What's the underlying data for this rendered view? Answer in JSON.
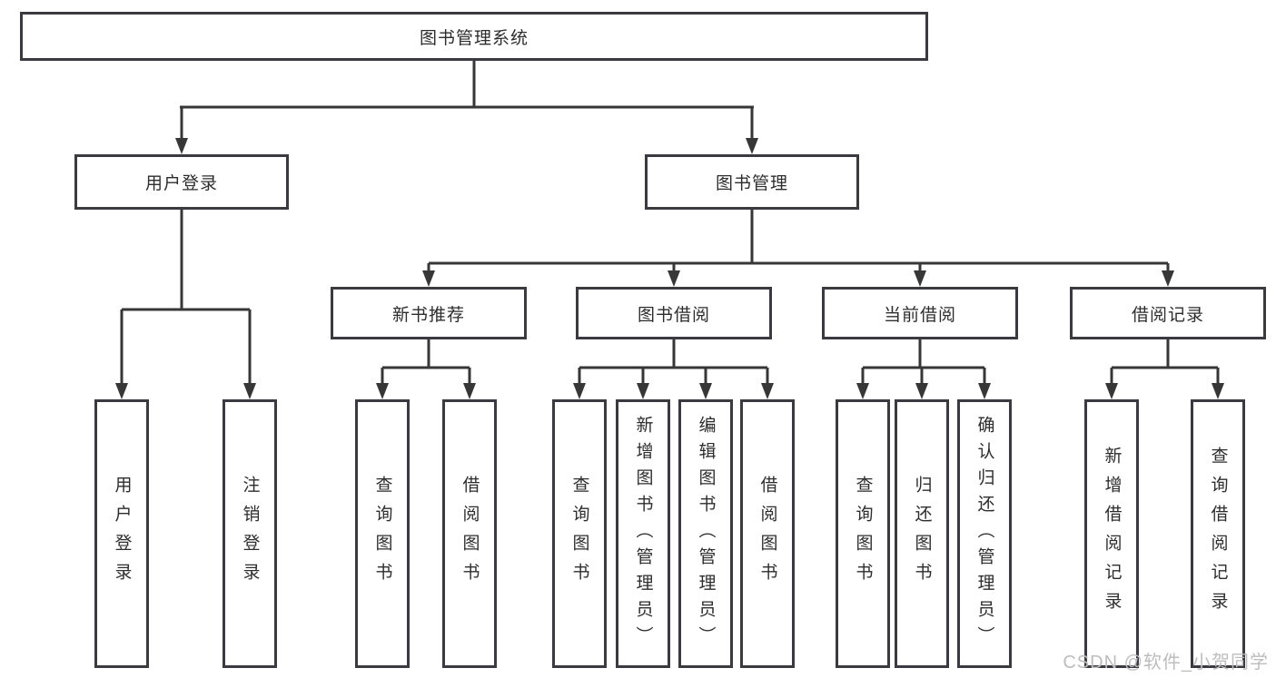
{
  "diagram": {
    "title": "图书管理系统",
    "children": [
      {
        "label": "用户登录",
        "children": [
          {
            "label": "用户登录"
          },
          {
            "label": "注销登录"
          }
        ]
      },
      {
        "label": "图书管理",
        "children": [
          {
            "label": "新书推荐",
            "children": [
              {
                "label": "查询图书"
              },
              {
                "label": "借阅图书"
              }
            ]
          },
          {
            "label": "图书借阅",
            "children": [
              {
                "label": "查询图书"
              },
              {
                "label": "新增图书（管理员）"
              },
              {
                "label": "编辑图书（管理员）"
              },
              {
                "label": "借阅图书"
              }
            ]
          },
          {
            "label": "当前借阅",
            "children": [
              {
                "label": "查询图书"
              },
              {
                "label": "归还图书"
              },
              {
                "label": "确认归还（管理员）"
              }
            ]
          },
          {
            "label": "借阅记录",
            "children": [
              {
                "label": "新增借阅记录"
              },
              {
                "label": "查询借阅记录"
              }
            ]
          }
        ]
      }
    ]
  },
  "colors": {
    "line": "#373737",
    "box_border": "#3a3a40",
    "text": "#2d2d2d",
    "watermark": "#bdbdbd"
  },
  "watermark": {
    "text": "CSDN @软件_小贺同学"
  }
}
